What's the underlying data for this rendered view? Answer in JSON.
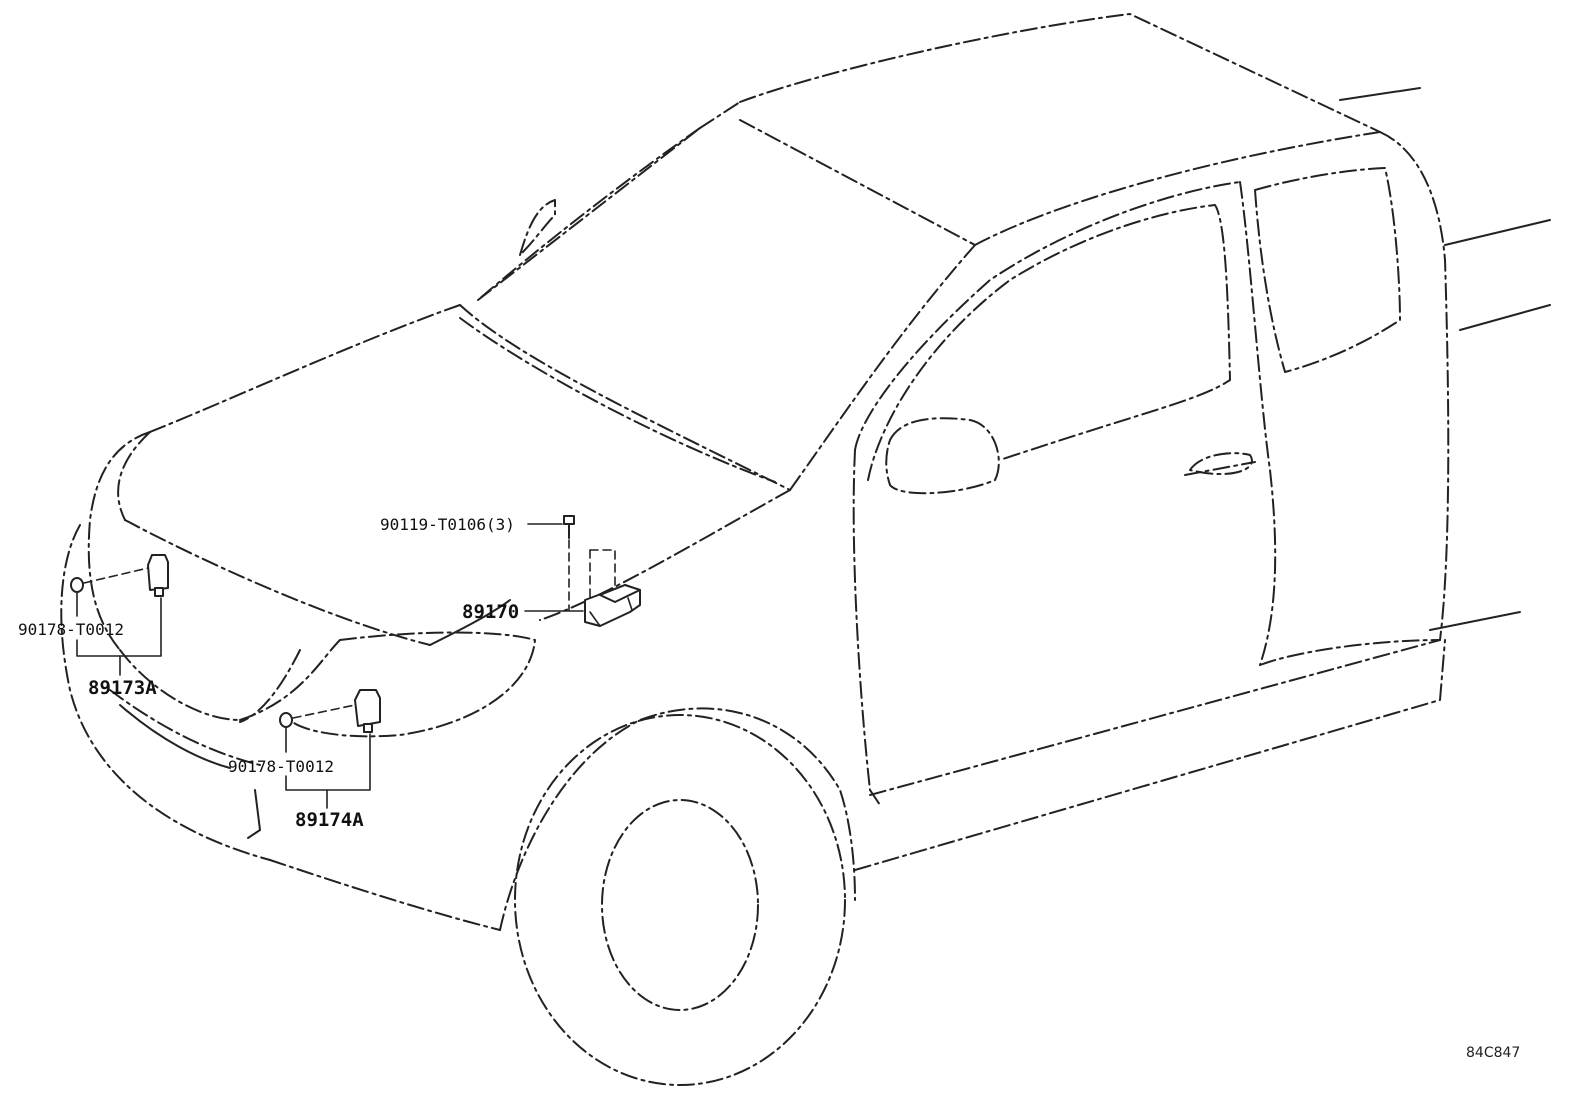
{
  "callouts": {
    "bolt": "90119-T0106(3)",
    "center_sensor": "89170",
    "nut_left": "90178-T0012",
    "sensor_left": "89173A",
    "nut_right": "90178-T0012",
    "sensor_right": "89174A"
  },
  "illustration_code": "84C847"
}
